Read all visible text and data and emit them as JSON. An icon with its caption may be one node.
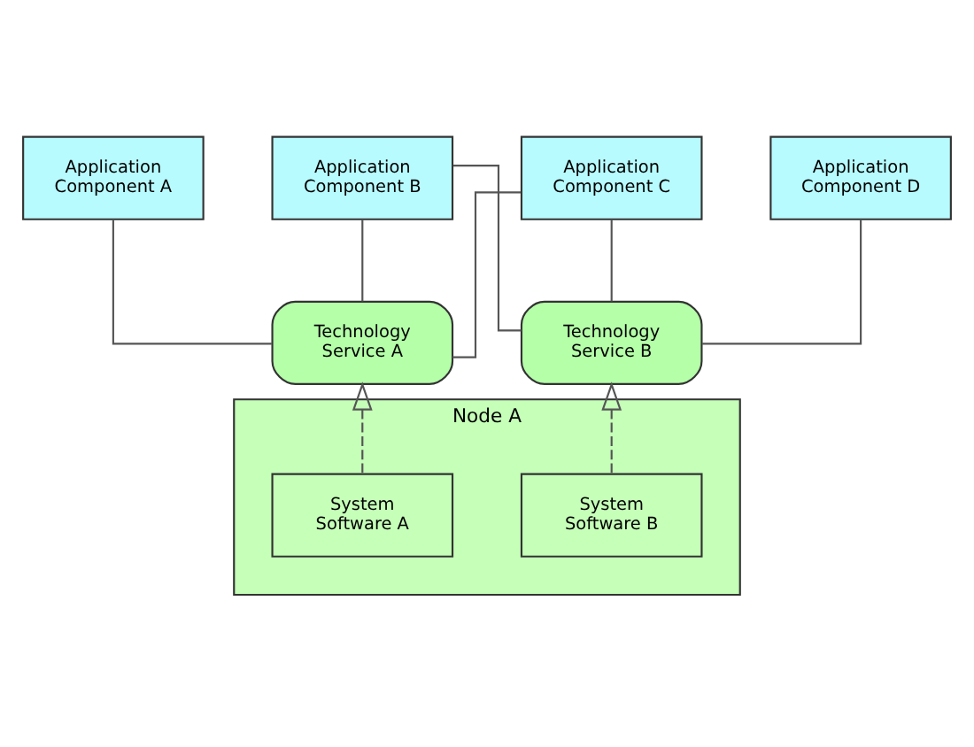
{
  "diagram": {
    "nodes": [
      {
        "text": [
          "Application Component A"
        ]
      },
      {
        "text": [
          "Application Component B"
        ]
      },
      {
        "text": [
          "Application Component C"
        ]
      },
      {
        "text": [
          "Application Component D"
        ]
      },
      {
        "text": [
          "Technology Service A"
        ]
      },
      {
        "text": [
          "Technology Service B"
        ]
      },
      {
        "text": [
          "Node A"
        ]
      },
      {
        "text": [
          "System Software A"
        ],
        "in": 6
      },
      {
        "text": [
          "System Software B"
        ],
        "in": 6
      }
    ],
    "edges": [
      {
        "from": 0,
        "to": 4,
        "arrow": "none"
      },
      {
        "from": 1,
        "to": 4,
        "arrow": "none"
      },
      {
        "from": 1,
        "to": 5,
        "arrow": "none"
      },
      {
        "from": 2,
        "to": 4,
        "arrow": "none"
      },
      {
        "from": 2,
        "to": 5,
        "arrow": "none"
      },
      {
        "from": 3,
        "to": 5,
        "arrow": "none"
      },
      {
        "from": 7,
        "to": 4,
        "arrow": "to",
        "style": "dashed"
      },
      {
        "from": 8,
        "to": 5,
        "arrow": "to",
        "style": "dashed"
      }
    ]
  }
}
